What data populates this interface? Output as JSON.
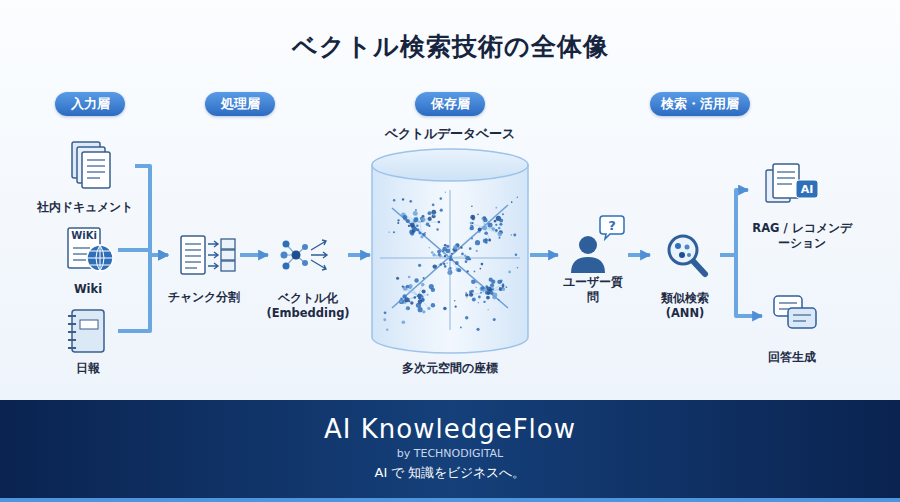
{
  "diagram": {
    "title": "ベクトル検索技術の全体像",
    "nodes": [
      {
        "text": [
          "入力層"
        ]
      },
      {
        "text": [
          "処理層"
        ]
      },
      {
        "text": [
          "保存層"
        ]
      },
      {
        "text": [
          "検索・活用層"
        ]
      },
      {
        "text": [
          "社内ドキュメント"
        ]
      },
      {
        "text": [
          "Wiki"
        ]
      },
      {
        "text": [
          "日報"
        ]
      },
      {
        "text": [
          "チャンク分割"
        ]
      },
      {
        "text": [
          "ベクトル化 (Embedding)"
        ]
      },
      {
        "text": [
          "ベクトルデータベース",
          "多次元空間の座標"
        ]
      },
      {
        "text": [
          "ユーザー質問"
        ]
      },
      {
        "text": [
          "類似検索 (ANN)"
        ]
      },
      {
        "text": [
          "RAG / レコメンデーション"
        ]
      },
      {
        "text": [
          "回答生成"
        ]
      },
      {
        "text": [
          "AI KnowledgeFlow",
          "by TECHNODIGITAL",
          "AI で 知識をビジネスへ。"
        ]
      }
    ],
    "edges": [
      {
        "from": 4,
        "to": 7,
        "arrow": "to"
      },
      {
        "from": 5,
        "to": 7,
        "arrow": "to"
      },
      {
        "from": 6,
        "to": 7,
        "arrow": "to"
      },
      {
        "from": 7,
        "to": 8,
        "arrow": "to"
      },
      {
        "from": 8,
        "to": 9,
        "arrow": "to"
      },
      {
        "from": 9,
        "to": 10,
        "arrow": "to"
      },
      {
        "from": 10,
        "to": 11,
        "arrow": "to"
      },
      {
        "from": 11,
        "to": 12,
        "arrow": "to"
      },
      {
        "from": 11,
        "to": 13,
        "arrow": "to"
      }
    ],
    "labels": [
      "WiKi",
      "AI",
      "?"
    ]
  }
}
